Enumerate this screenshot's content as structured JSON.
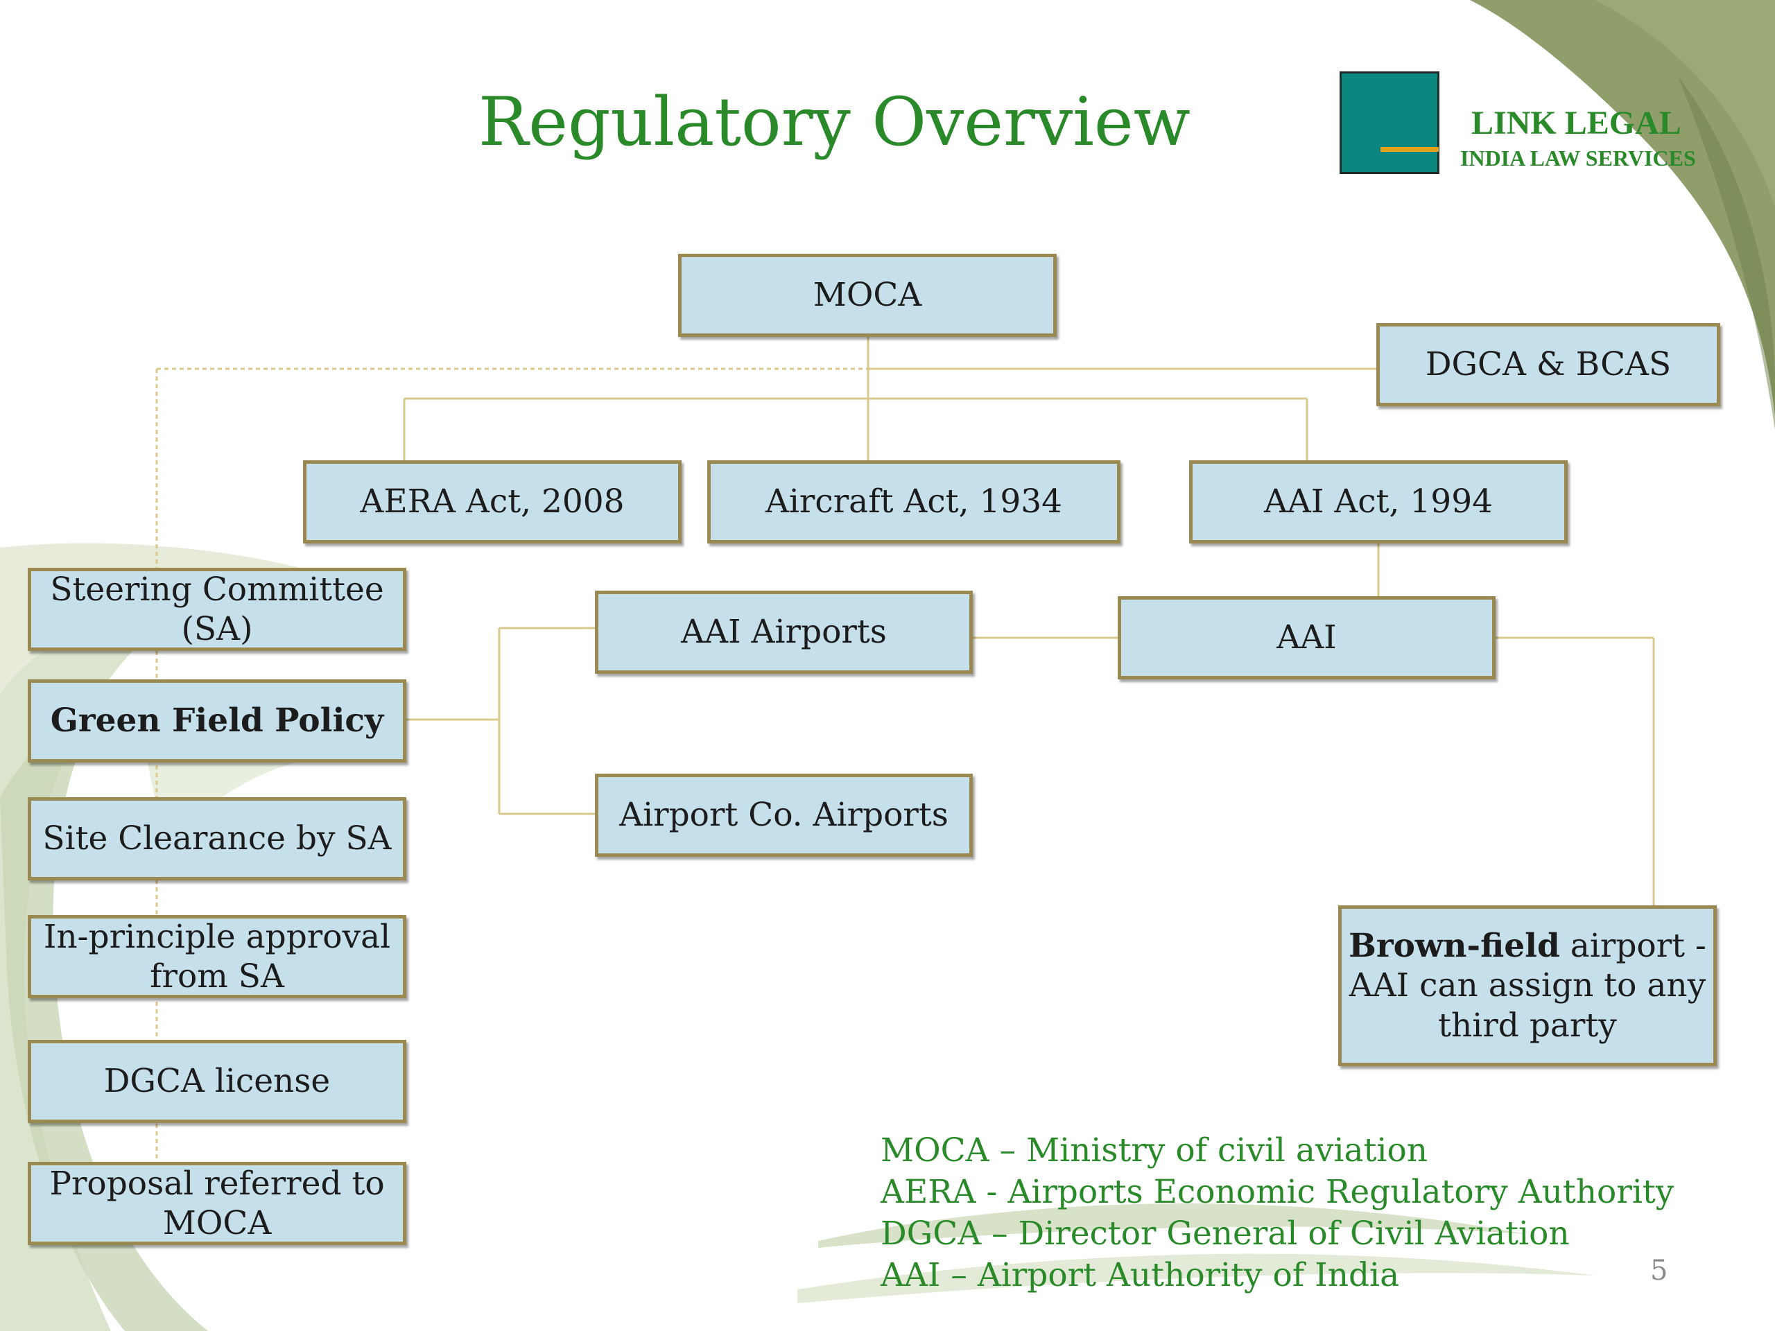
{
  "slide": {
    "title": "Regulatory Overview",
    "page_number": "5"
  },
  "logo": {
    "name": "LINK LEGAL",
    "subtitle": "INDIA LAW  SERVICES"
  },
  "nodes": {
    "moca": "MOCA",
    "dgca_bcas": "DGCA & BCAS",
    "aera_act": "AERA Act, 2008",
    "aircraft_act": "Aircraft Act, 1934",
    "aai_act": "AAI Act, 1994",
    "steering_committee": "Steering Committee (SA)",
    "green_field_policy": "Green Field Policy",
    "aai_airports": "AAI Airports",
    "aai": "AAI",
    "airport_co_airports": "Airport Co. Airports",
    "site_clearance": "Site Clearance by SA",
    "in_principle_approval": "In-principle approval from SA",
    "dgca_license": "DGCA license",
    "proposal_referred": "Proposal referred to MOCA",
    "brownfield_bold": "Brown-field",
    "brownfield_rest": " airport - AAI can assign to any third party"
  },
  "legend": [
    "MOCA – Ministry of civil aviation",
    "AERA - Airports Economic Regulatory Authority",
    "DGCA – Director General of Civil Aviation",
    "AAI – Airport Authority of India"
  ],
  "colors": {
    "title_green": "#2a8a2a",
    "box_fill": "#c5e0ea",
    "box_border": "#9a8a52",
    "connector": "#d9c98a",
    "logo_teal": "#0b8780",
    "logo_accent": "#e3a11b"
  }
}
